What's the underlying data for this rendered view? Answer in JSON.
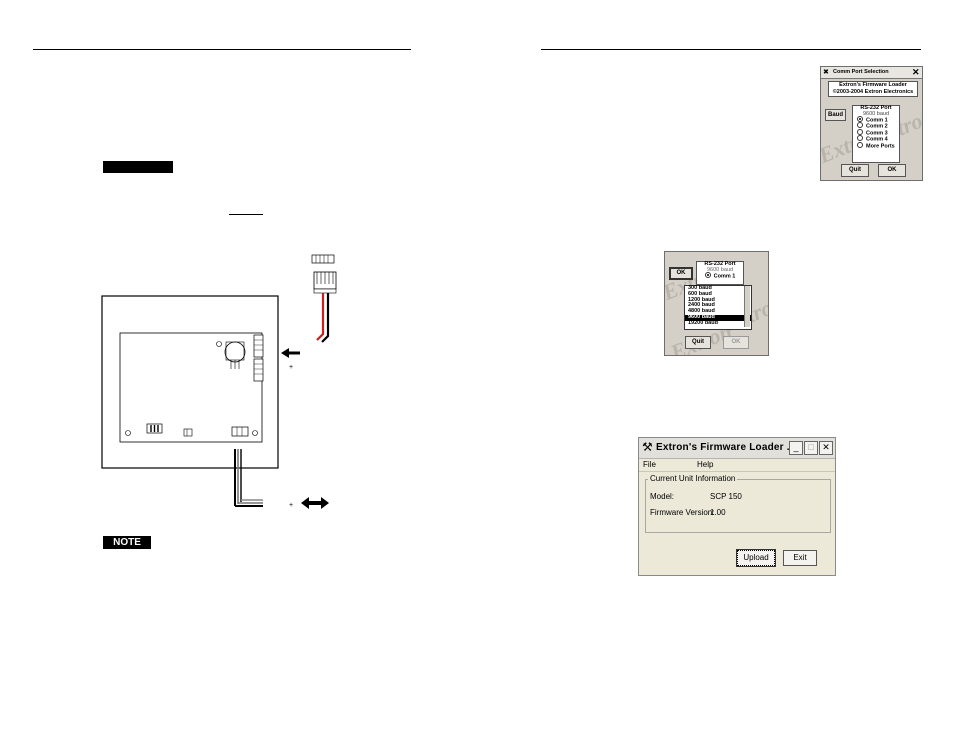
{
  "left_page": {
    "caution_tab": "",
    "note_badge": "NOTE",
    "connector_symbol_top": "+",
    "connector_symbol_bottom": "+"
  },
  "comm_dialog": {
    "title": "Comm Port Selection",
    "banner_line1": "Extron's Firmware Loader",
    "banner_line2": "©2003-2004 Extron Electronics",
    "watermark": "Extron",
    "baud_button": "Baud",
    "group_title": "RS-232 Port",
    "group_baud": "9600 baud",
    "ports": [
      "Comm 1",
      "Comm 2",
      "Comm 3",
      "Comm 4",
      "More Ports"
    ],
    "quit_button": "Quit",
    "ok_button": "OK"
  },
  "baud_dialog": {
    "watermark": "Extron",
    "ok_button": "OK",
    "group_title": "RS-232 Port",
    "group_baud": "9600 baud",
    "selected_port": "Comm 1",
    "baud_options": [
      "300 baud",
      "600 baud",
      "1200 baud",
      "2400 baud",
      "4800 baud",
      "9600 baud",
      "19200 baud"
    ],
    "selected_baud": "9600 baud",
    "quit_button": "Quit",
    "ok_disabled_button": "OK"
  },
  "firmware_window": {
    "title": "Extron's Firmware Loader ...",
    "menu": [
      "File",
      "Help"
    ],
    "group_title": "Current Unit Information",
    "model_label": "Model:",
    "model_value": "SCP 150",
    "version_label": "Firmware Version:",
    "version_value": "1.00",
    "upload_button": "Upload",
    "exit_button": "Exit",
    "colors": {
      "window_bg": "#ece9d8",
      "title_bg": "#e2e0da"
    }
  }
}
